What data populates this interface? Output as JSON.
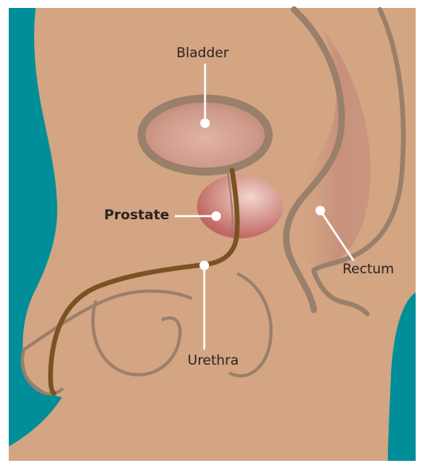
{
  "labels": {
    "bladder": "Bladder",
    "prostate": "Prostate",
    "rectum": "Rectum",
    "urethra": "Urethra"
  },
  "colors": {
    "background_teal": "#008f99",
    "body_skin": "#d3a583",
    "outline": "#9a7f6a",
    "urethra_brown": "#7a5223",
    "bladder_fill": "#cc9386",
    "prostate_fill": "#c9736f",
    "rectum_fill": "#c99380",
    "pointer": "#ffffff",
    "text": "#2a2320"
  }
}
